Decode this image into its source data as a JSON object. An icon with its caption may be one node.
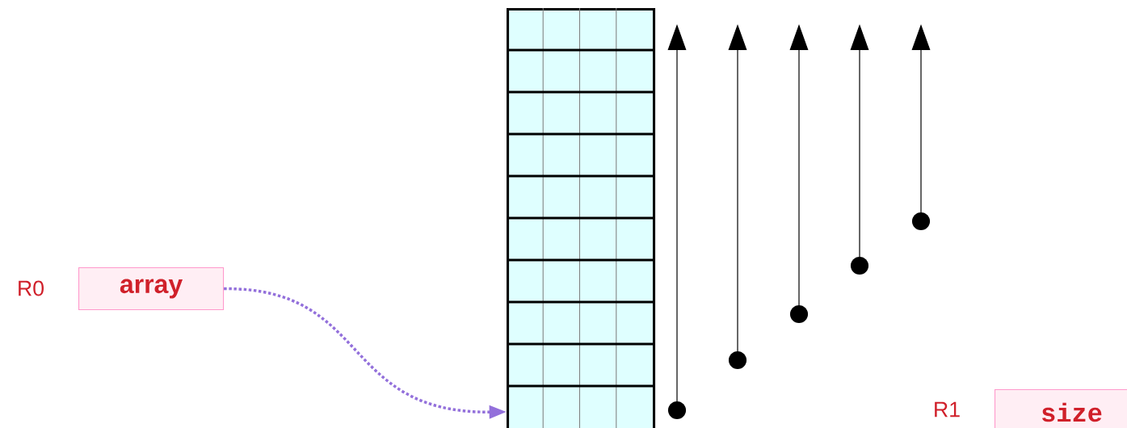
{
  "diagram": {
    "nodes": [
      {
        "text": [
          "array"
        ],
        "beside": [
          "R0"
        ]
      },
      {
        "text": [
          "size"
        ],
        "beside": [
          "R1"
        ]
      },
      {
        "text": [],
        "shape": "box"
      }
    ],
    "edges": [
      {
        "from": 0,
        "to": 2,
        "arrow": "to",
        "style": "dashed",
        "color": "#9370db"
      }
    ]
  }
}
